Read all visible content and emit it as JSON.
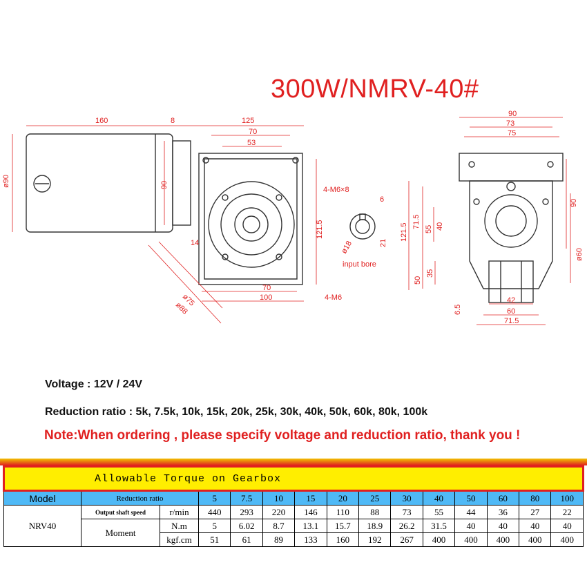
{
  "title": "300W/NMRV-40#",
  "drawing": {
    "dims_left": [
      "160",
      "8",
      "125",
      "70",
      "53",
      "90",
      "4-M6×8",
      "121.5",
      "14",
      "70",
      "100",
      "4-M6",
      "ø75",
      "ø88"
    ],
    "dims_bore": [
      "6",
      "21",
      "ø18",
      "input bore"
    ],
    "dims_right": [
      "90",
      "73",
      "75",
      "90",
      "71.5",
      "121.5",
      "55",
      "40",
      "50",
      "35",
      "ø60",
      "6.5",
      "42",
      "60",
      "71.5"
    ],
    "dims_motor": [
      "ø90"
    ]
  },
  "specs": {
    "voltage": "Voltage : 12V / 24V",
    "ratio": "Reduction ratio : 5k, 7.5k, 10k, 15k, 20k, 25k, 30k, 40k, 50k, 60k, 80k, 100k",
    "note": "Note:When ordering , please specify voltage and reduction ratio, thank you !"
  },
  "table": {
    "header": "Allowable Torque on Gearbox",
    "model_label": "Model",
    "ratio_label": "Reduction ratio",
    "ratios": [
      "5",
      "7.5",
      "10",
      "15",
      "20",
      "25",
      "30",
      "40",
      "50",
      "60",
      "80",
      "100"
    ],
    "model": "NRV40",
    "speed_label": "Output shaft speed",
    "speed_unit": "r/min",
    "speeds": [
      "440",
      "293",
      "220",
      "146",
      "110",
      "88",
      "73",
      "55",
      "44",
      "36",
      "27",
      "22"
    ],
    "moment_label": "Moment",
    "nm_unit": "N.m",
    "nm": [
      "5",
      "6.02",
      "8.7",
      "13.1",
      "15.7",
      "18.9",
      "26.2",
      "31.5",
      "40",
      "40",
      "40",
      "40"
    ],
    "kgf_unit": "kgf.cm",
    "kgf": [
      "51",
      "61",
      "89",
      "133",
      "160",
      "192",
      "267",
      "400",
      "400",
      "400",
      "400",
      "400"
    ]
  }
}
